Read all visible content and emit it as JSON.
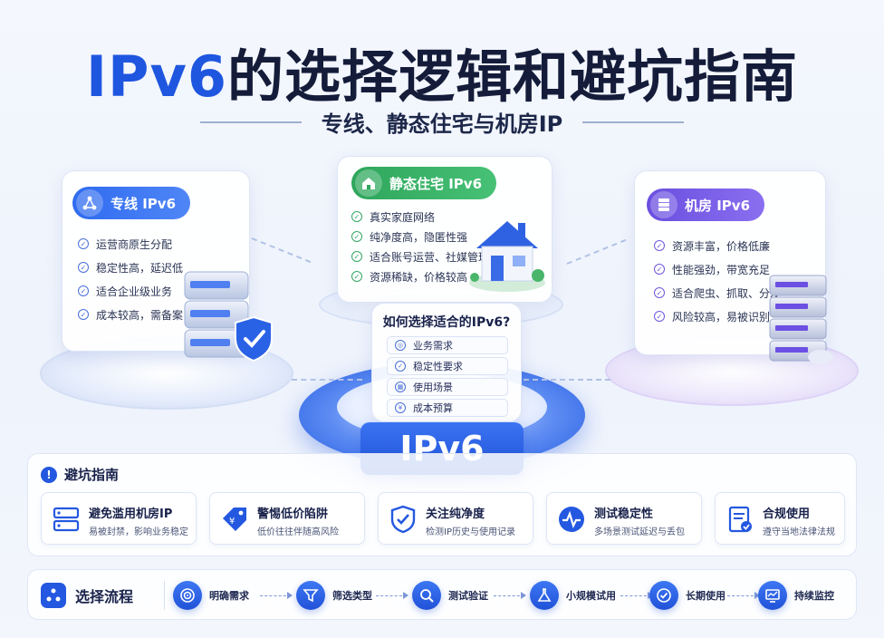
{
  "header": {
    "title_accent": "IPv6",
    "title_rest": "的选择逻辑和避坑指南",
    "subtitle": "专线、静态住宅与机房IP"
  },
  "cards": [
    {
      "label": "专线 IPv6",
      "color": "#2f6bf0",
      "icon": "network-icon",
      "features": [
        {
          "icon": "circle-check-icon",
          "text": "运营商原生分配"
        },
        {
          "icon": "circle-check-icon",
          "text": "稳定性高，延迟低"
        },
        {
          "icon": "circle-check-icon",
          "text": "适合企业级业务"
        },
        {
          "icon": "circle-check-icon",
          "text": "成本较高，需备案"
        }
      ]
    },
    {
      "label": "静态住宅 IPv6",
      "color": "#2ea65c",
      "icon": "house-icon",
      "features": [
        {
          "icon": "check-icon",
          "text": "真实家庭网络"
        },
        {
          "icon": "check-icon",
          "text": "纯净度高，隐匿性强"
        },
        {
          "icon": "check-icon",
          "text": "适合账号运营、社媒管理"
        },
        {
          "icon": "check-icon",
          "text": "资源稀缺，价格较高"
        }
      ]
    },
    {
      "label": "机房 IPv6",
      "color": "#6a4fe0",
      "icon": "server-icon",
      "features": [
        {
          "icon": "circle-check-icon",
          "text": "资源丰富，价格低廉"
        },
        {
          "icon": "circle-check-icon",
          "text": "性能强劲，带宽充足"
        },
        {
          "icon": "circle-check-icon",
          "text": "适合爬虫、抓取、分发"
        },
        {
          "icon": "circle-check-icon",
          "text": "风险较高，易被识别"
        }
      ]
    }
  ],
  "question": {
    "title": "如何选择适合的IPv6?",
    "items": [
      {
        "icon": "target-icon",
        "text": "业务需求"
      },
      {
        "icon": "shield-icon",
        "text": "稳定性要求"
      },
      {
        "icon": "grid-icon",
        "text": "使用场景"
      },
      {
        "icon": "coin-icon",
        "text": "成本预算"
      }
    ]
  },
  "center_label": "IPv6",
  "pitfalls": {
    "heading": "避坑指南",
    "items": [
      {
        "title": "避免滥用机房IP",
        "desc": "易被封禁，影响业务稳定"
      },
      {
        "title": "警惕低价陷阱",
        "desc": "低价往往伴随高风险"
      },
      {
        "title": "关注纯净度",
        "desc": "检测IP历史与使用记录"
      },
      {
        "title": "测试稳定性",
        "desc": "多场景测试延迟与丢包"
      },
      {
        "title": "合规使用",
        "desc": "遵守当地法律法规"
      }
    ]
  },
  "flow": {
    "heading": "选择流程",
    "steps": [
      {
        "icon": "target-icon",
        "label": "明确需求"
      },
      {
        "icon": "filter-icon",
        "label": "筛选类型"
      },
      {
        "icon": "search-icon",
        "label": "测试验证"
      },
      {
        "icon": "flask-icon",
        "label": "小规模试用"
      },
      {
        "icon": "check-circle-icon",
        "label": "长期使用"
      },
      {
        "icon": "monitor-icon",
        "label": "持续监控"
      }
    ]
  },
  "colors": {
    "accent_blue": "#1f56e0",
    "green": "#2ea65c",
    "purple": "#6a4fe0"
  }
}
